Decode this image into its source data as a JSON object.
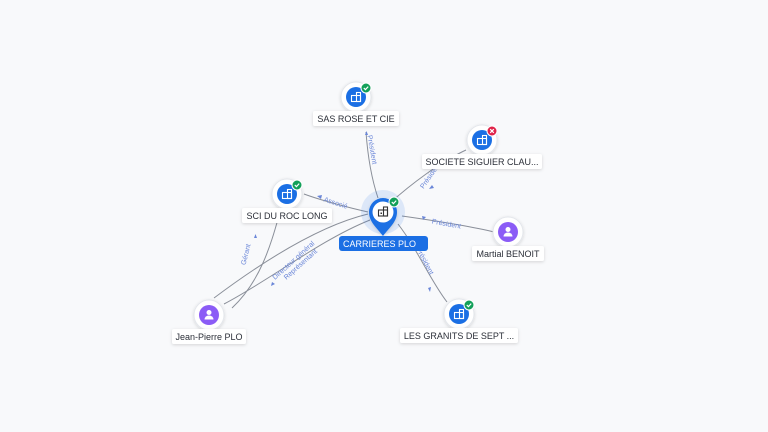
{
  "graph": {
    "center": {
      "label": "CARRIERES PLO",
      "icon": "building-icon",
      "status": "active",
      "accent": "#1b6fe4"
    },
    "nodes": [
      {
        "id": "sas",
        "label": "SAS ROSE ET CIE",
        "kind": "company",
        "icon": "building-icon",
        "status": "active"
      },
      {
        "id": "siguier",
        "label": "SOCIETE SIGUIER CLAU...",
        "kind": "company",
        "icon": "building-icon",
        "status": "closed"
      },
      {
        "id": "sci",
        "label": "SCI DU ROC LONG",
        "kind": "company",
        "icon": "building-icon",
        "status": "active"
      },
      {
        "id": "martial",
        "label": "Martial BENOIT",
        "kind": "person",
        "icon": "person-icon"
      },
      {
        "id": "jeanpierre",
        "label": "Jean-Pierre PLO",
        "kind": "person",
        "icon": "person-icon"
      },
      {
        "id": "granits",
        "label": "LES GRANITS DE SEPT ...",
        "kind": "company",
        "icon": "building-icon",
        "status": "active"
      }
    ],
    "edges": [
      {
        "from": "sas",
        "to": "center",
        "label": "Président"
      },
      {
        "from": "siguier",
        "to": "center",
        "label": "Président"
      },
      {
        "from": "center",
        "to": "sci",
        "label": "Associé"
      },
      {
        "from": "martial",
        "to": "center",
        "label": "Président"
      },
      {
        "from": "center",
        "to": "granits",
        "label": "Président"
      },
      {
        "from": "jeanpierre",
        "to": "center",
        "label": "Directeur général"
      },
      {
        "from": "jeanpierre",
        "to": "center",
        "label": "Représentant"
      },
      {
        "from": "jeanpierre",
        "to": "sci",
        "label": "Gérant"
      }
    ]
  },
  "colors": {
    "company": "#1b6fe4",
    "person": "#8b5cf6",
    "active": "#13a05a",
    "closed": "#e0244a",
    "edge": "#8a8f99",
    "edge_label": "#6a86d8"
  }
}
